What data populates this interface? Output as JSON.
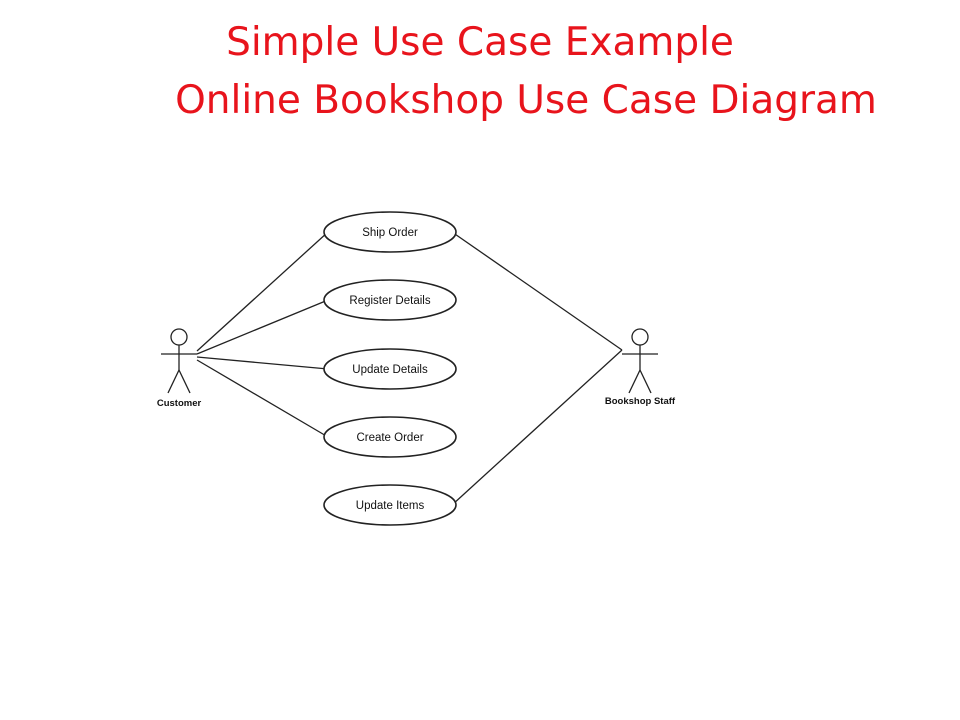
{
  "slide": {
    "title_line1": "Simple Use Case Example",
    "title_line2": "Online Bookshop Use Case Diagram",
    "title_color": "#e8141c"
  },
  "diagram": {
    "actors": [
      {
        "id": "customer",
        "label": "Customer"
      },
      {
        "id": "staff",
        "label": "Bookshop Staff"
      }
    ],
    "use_cases": [
      {
        "id": "ship",
        "label": "Ship Order"
      },
      {
        "id": "register",
        "label": "Register Details"
      },
      {
        "id": "update_details",
        "label": "Update Details"
      },
      {
        "id": "create",
        "label": "Create Order"
      },
      {
        "id": "update_items",
        "label": "Update Items"
      }
    ],
    "associations": [
      {
        "actor": "customer",
        "use_case": "ship"
      },
      {
        "actor": "customer",
        "use_case": "register"
      },
      {
        "actor": "customer",
        "use_case": "update_details"
      },
      {
        "actor": "customer",
        "use_case": "create"
      },
      {
        "actor": "staff",
        "use_case": "ship"
      },
      {
        "actor": "staff",
        "use_case": "update_items"
      }
    ]
  }
}
